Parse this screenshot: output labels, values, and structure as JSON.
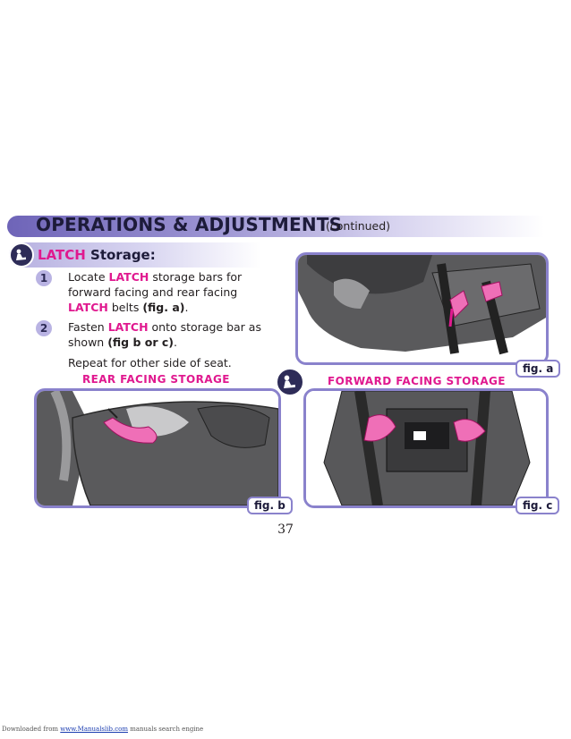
{
  "header": {
    "title": "OPERATIONS & ADJUSTMENTS",
    "subtitle": "(continued)"
  },
  "section": {
    "title_accent": "LATCH",
    "title_rest": " Storage:"
  },
  "steps": [
    {
      "number": "1",
      "text_parts": [
        "Locate ",
        "LATCH",
        " storage bars for forward facing and rear facing ",
        "LATCH",
        " belts ",
        "(fig. a)",
        "."
      ]
    },
    {
      "number": "2",
      "text_parts": [
        "Fasten ",
        "LATCH",
        " onto storage bar as shown ",
        "(fig b or c)",
        "."
      ]
    }
  ],
  "repeat_note": "Repeat for other side of seat.",
  "captions": {
    "rear": "REAR FACING STORAGE",
    "forward": "FORWARD FACING STORAGE"
  },
  "figures": {
    "a": "fig. a",
    "b": "fig. b",
    "c": "fig. c"
  },
  "page_number": "37",
  "footer": {
    "prefix": "Downloaded from ",
    "link": "www.Manualslib.com",
    "suffix": " manuals search engine"
  },
  "colors": {
    "accent_pink": "#e0198f",
    "frame_purple": "#8a82cc",
    "seat_gray": "#58585a"
  },
  "icons": [
    "latch-icon"
  ]
}
